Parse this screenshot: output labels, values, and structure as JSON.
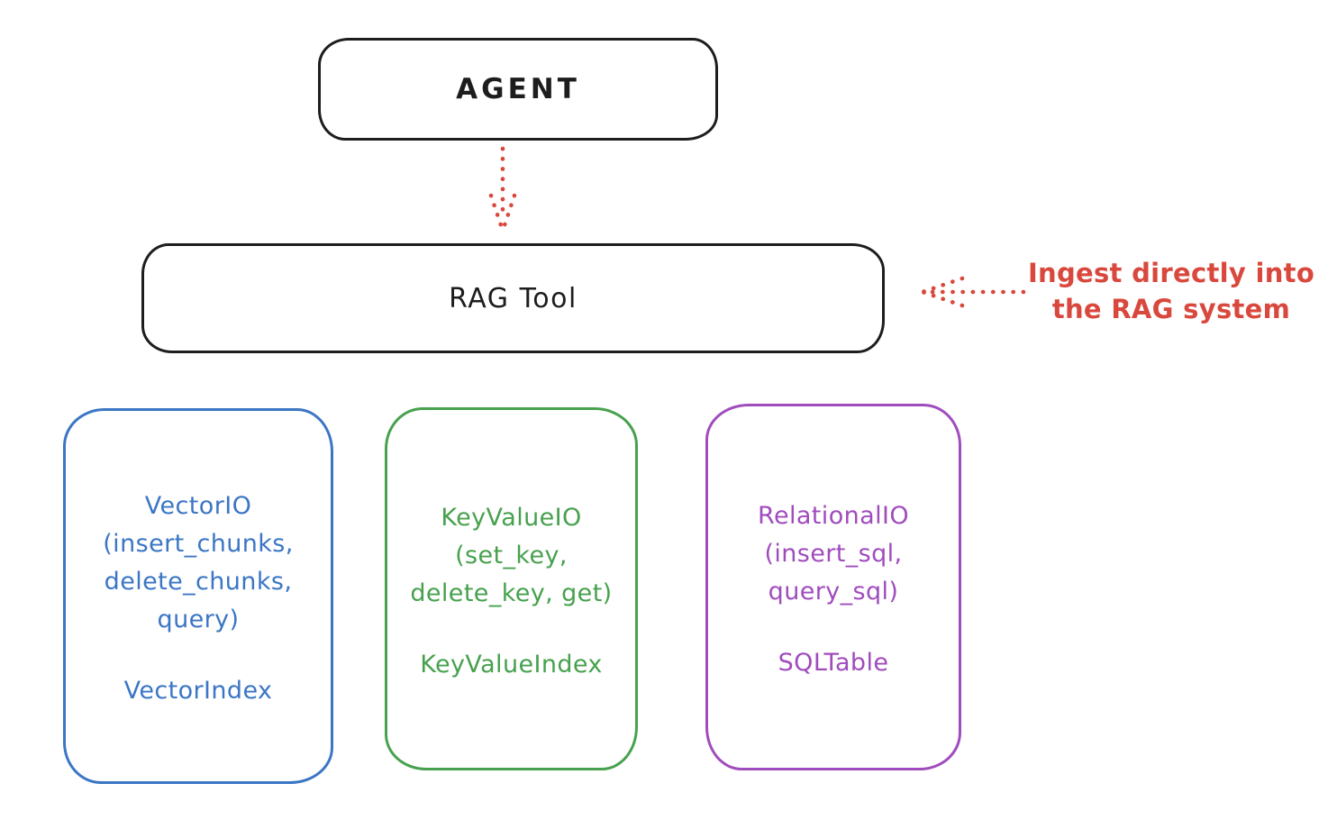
{
  "colors": {
    "ink": "#1d1d1f",
    "red": "#d9483d",
    "blue": "#3b76c5",
    "green": "#47a14e",
    "purple": "#a04cbd",
    "canvas": "#ffffff"
  },
  "diagram": {
    "agent_box": {
      "label": "AGENT"
    },
    "rag_tool_box": {
      "label": "RAG Tool"
    },
    "annotation": {
      "text": "Ingest directly into\nthe RAG system"
    },
    "arrows": [
      {
        "name": "agent-to-rag-tool",
        "style": "dotted",
        "color": "#d9483d",
        "direction": "down"
      },
      {
        "name": "annotation-to-rag-tool",
        "style": "dotted",
        "color": "#d9483d",
        "direction": "left"
      }
    ],
    "storage_boxes": [
      {
        "id": "vector-io",
        "accent": "#3b76c5",
        "api": "VectorIO\n(insert_chunks,\ndelete_chunks,\nquery)",
        "index": "VectorIndex"
      },
      {
        "id": "keyvalue-io",
        "accent": "#47a14e",
        "api": "KeyValueIO\n(set_key,\ndelete_key, get)",
        "index": "KeyValueIndex"
      },
      {
        "id": "relational-io",
        "accent": "#a04cbd",
        "api": "RelationalIO\n(insert_sql,\nquery_sql)",
        "index": "SQLTable"
      }
    ]
  }
}
